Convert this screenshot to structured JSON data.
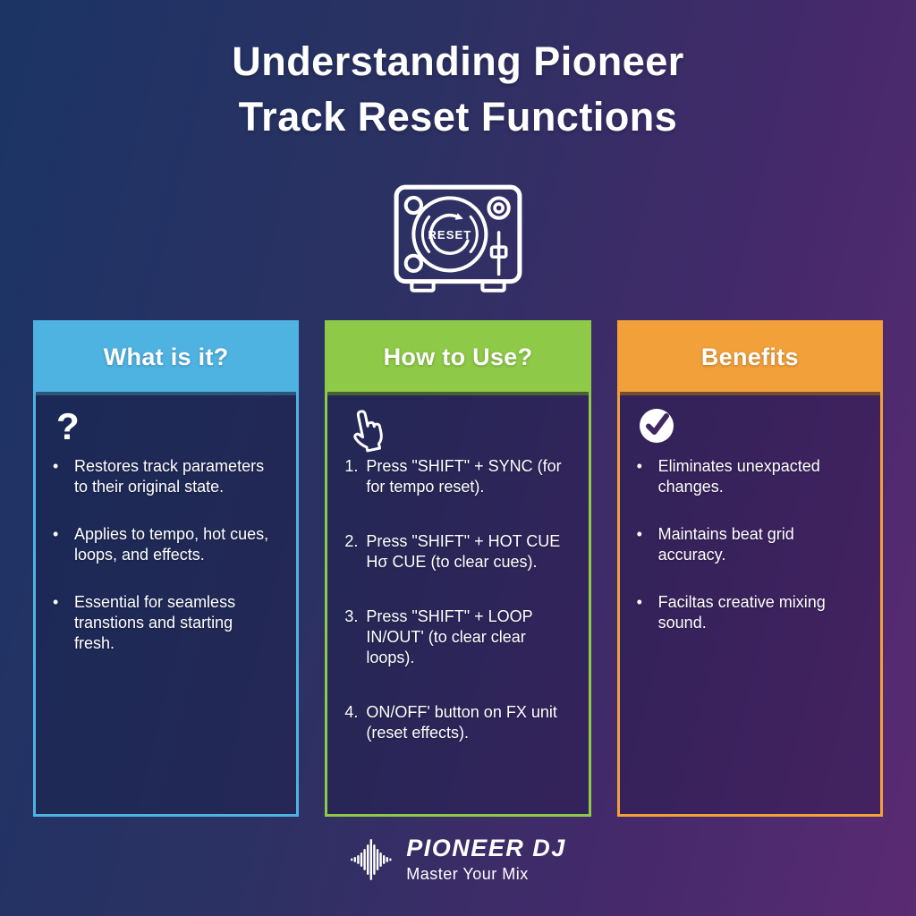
{
  "header": {
    "title": "Understanding Pioneer\nTrack Reset Functions"
  },
  "hero": {
    "reset_label": "RESET"
  },
  "columns": [
    {
      "title": "What is it?",
      "accent": "#4fb3e2",
      "icon": "question-mark-icon",
      "icon_glyph": "?",
      "items": [
        {
          "marker": "•",
          "text": "Restores track parameters\nto their original state."
        },
        {
          "marker": "•",
          "text": "Applies to tempo, hot cues,\nloops, and effects."
        },
        {
          "marker": "•",
          "text": "Essential for seamless\ntranstions and starting\nfresh."
        }
      ]
    },
    {
      "title": "How to Use?",
      "accent": "#8eca47",
      "icon": "pointing-hand-icon",
      "items": [
        {
          "marker": "1.",
          "text": "Press \"SHIFT\" + SYNC (for\nfor tempo reset)."
        },
        {
          "marker": "2.",
          "text": "Press \"SHIFT\" + HOT CUE\nHσ CUE (to clear cues)."
        },
        {
          "marker": "3.",
          "text": "Press \"SHIFT\" + LOOP\nIN/OUT' (to clear clear\nloops)."
        },
        {
          "marker": "4.",
          "text": "ON/OFF' button on FX unit\n(reset effects)."
        }
      ]
    },
    {
      "title": "Benefits",
      "accent": "#f2a03a",
      "icon": "check-circle-icon",
      "items": [
        {
          "marker": "•",
          "text": "Eliminates unexpacted\nchanges."
        },
        {
          "marker": "•",
          "text": "Maintains beat grid\naccuracy."
        },
        {
          "marker": "•",
          "text": "Faciltas creative mixing\nsound."
        }
      ]
    }
  ],
  "footer": {
    "brand": "PIONEER DJ",
    "tagline": "Master Your Mix"
  },
  "colors": {
    "background_start": "#1b3464",
    "background_end": "#5a2a72",
    "accent_blue": "#4fb3e2",
    "accent_green": "#8eca47",
    "accent_orange": "#f2a03a",
    "text": "#ffffff"
  }
}
